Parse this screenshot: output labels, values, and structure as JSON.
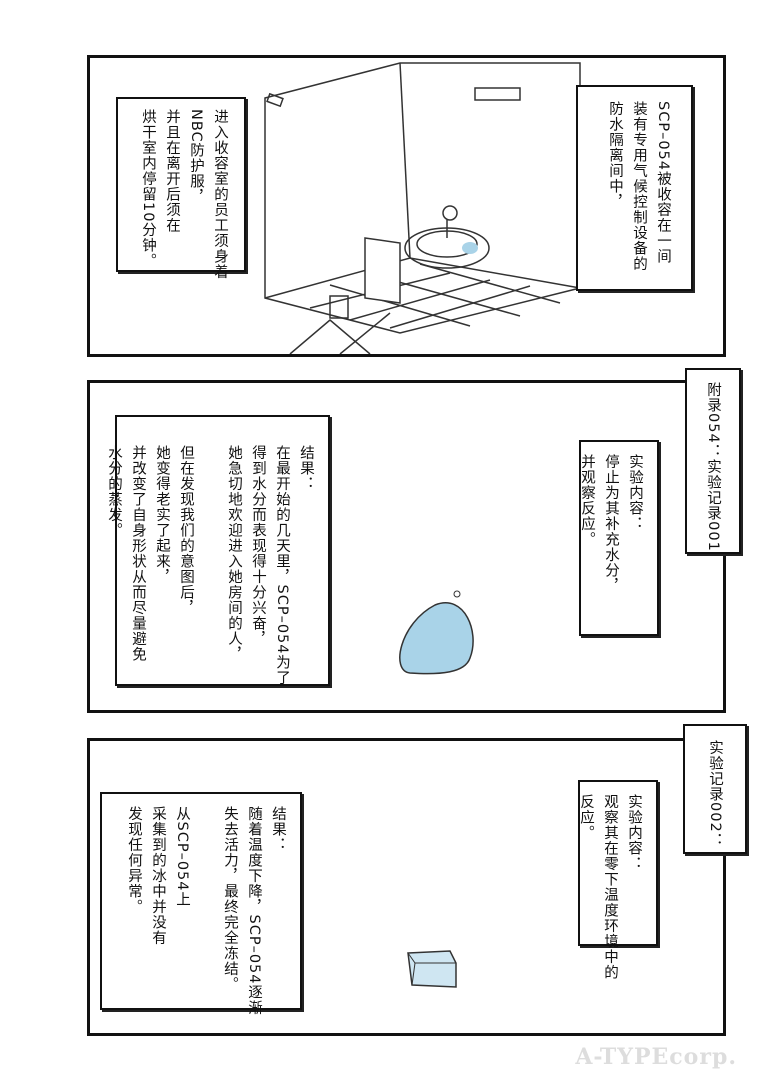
{
  "panel1": {
    "caption_right": "SCP–054被收容在一间\n装有专用气候控制设备的\n防水隔离间中，",
    "caption_left": "进入收容室的员工须身着\nNBC防护服，\n并且在离开后须在\n烘干室内停留10分钟。"
  },
  "panel2": {
    "title": "附录054：实验记录001",
    "experiment": "实验内容：\n停止为其补充水分，\n并观察反应。",
    "result": "结果：\n在最开始的几天里，SCP–054为了\n得到水分而表现得十分兴奋，\n她急切地欢迎进入她房间的人，\n\n但在发现我们的意图后，\n她变得老实了起来，\n并改变了自身形状从而尽量避免\n水分的蒸发。"
  },
  "panel3": {
    "title": "实验记录002：",
    "experiment": "实验内容：\n观察其在零下温度环境中的\n反应。",
    "result": "结果：\n随着温度下降，SCP–054逐渐\n失去活力，最终完全冻结。\n\n从SCP–054上\n采集到的冰中并没有\n发现任何异常。"
  },
  "watermark": "A-TYPEcorp.",
  "colors": {
    "water": "#a9d3e8",
    "ink": "#111111"
  }
}
